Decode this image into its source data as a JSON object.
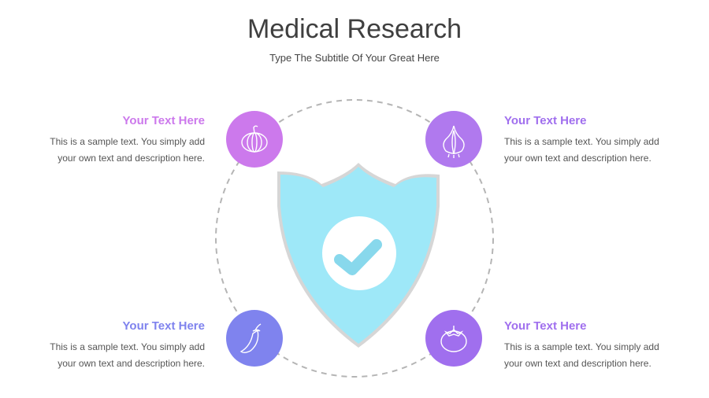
{
  "slide": {
    "title": "Medical Research",
    "subtitle": "Type The Subtitle Of Your Great Here"
  },
  "colors": {
    "pink": "#cc79ec",
    "violet": "#a06fee",
    "blue": "#7f83ee",
    "shield": "#9ee8f8",
    "shield_border": "#d6d6d6",
    "check": "#88d8ec",
    "dashed_ring": "#b5b5b5"
  },
  "blocks": [
    {
      "heading": "Your Text Here",
      "body": "This is a sample text. You simply add your own text and description here.",
      "icon": "pumpkin-icon",
      "color": "#cc79ec"
    },
    {
      "heading": "Your Text Here",
      "body": "This is a sample text. You simply add your own text and description here.",
      "icon": "garlic-icon",
      "color": "#b079ee"
    },
    {
      "heading": "Your Text Here",
      "body": "This is a sample text. You simply add your own text and description here.",
      "icon": "chili-pepper-icon",
      "color": "#7f83ee"
    },
    {
      "heading": "Your Text Here",
      "body": "This is a sample text. You simply add your own text and description here.",
      "icon": "tomato-icon",
      "color": "#a06fee"
    }
  ],
  "center": {
    "icon": "shield-check-icon"
  }
}
